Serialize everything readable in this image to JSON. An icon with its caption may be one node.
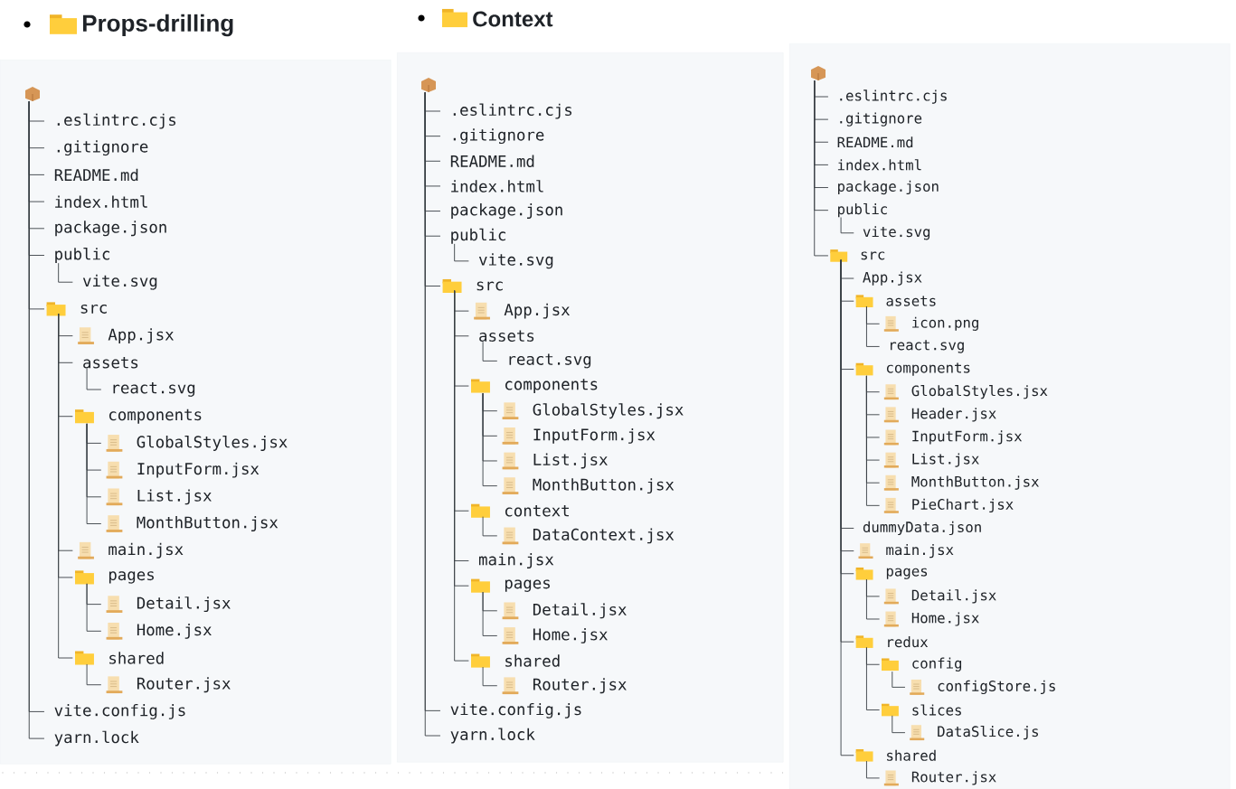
{
  "diagram": {
    "nodes": [
      {
        "text": [
          "Props-drilling"
        ]
      },
      {
        "text": [],
        "shape": "box",
        "in": 0
      },
      {
        "text": [
          ".eslintrc.cjs"
        ],
        "in": 0
      },
      {
        "text": [
          ".gitignore"
        ],
        "in": 0
      },
      {
        "text": [
          "README.md"
        ],
        "in": 0
      },
      {
        "text": [
          "index.html"
        ],
        "in": 0
      },
      {
        "text": [
          "package.json"
        ],
        "in": 0
      },
      {
        "text": [
          "public"
        ],
        "in": 0
      },
      {
        "text": [
          "vite.svg"
        ],
        "in": 0
      },
      {
        "text": [
          "src"
        ],
        "in": 0
      },
      {
        "text": [
          "App.jsx"
        ],
        "in": 0
      },
      {
        "text": [
          "assets"
        ],
        "in": 0
      },
      {
        "text": [
          "react.svg"
        ],
        "in": 0
      },
      {
        "text": [
          "components"
        ],
        "in": 0
      },
      {
        "text": [
          "GlobalStyles.jsx"
        ],
        "in": 0
      },
      {
        "text": [
          "InputForm.jsx"
        ],
        "in": 0
      },
      {
        "text": [
          "List.jsx"
        ],
        "in": 0
      },
      {
        "text": [
          "MonthButton.jsx"
        ],
        "in": 0
      },
      {
        "text": [
          "main.jsx"
        ],
        "in": 0
      },
      {
        "text": [
          "pages"
        ],
        "in": 0
      },
      {
        "text": [
          "Detail.jsx"
        ],
        "in": 0
      },
      {
        "text": [
          "Home.jsx"
        ],
        "in": 0
      },
      {
        "text": [
          "shared"
        ],
        "in": 0
      },
      {
        "text": [
          "Router.jsx"
        ],
        "in": 0
      },
      {
        "text": [
          "vite.config.js"
        ],
        "in": 0
      },
      {
        "text": [
          "yarn.lock"
        ],
        "in": 0
      },
      {
        "text": [
          "Context"
        ]
      },
      {
        "text": [],
        "shape": "box",
        "in": 26
      },
      {
        "text": [
          ".eslintrc.cjs"
        ],
        "in": 26
      },
      {
        "text": [
          ".gitignore"
        ],
        "in": 26
      },
      {
        "text": [
          "README.md"
        ],
        "in": 26
      },
      {
        "text": [
          "index.html"
        ],
        "in": 26
      },
      {
        "text": [
          "package.json"
        ],
        "in": 26
      },
      {
        "text": [
          "public"
        ],
        "in": 26
      },
      {
        "text": [
          "vite.svg"
        ],
        "in": 26
      },
      {
        "text": [
          "src"
        ],
        "in": 26
      },
      {
        "text": [
          "App.jsx"
        ],
        "in": 26
      },
      {
        "text": [
          "assets"
        ],
        "in": 26
      },
      {
        "text": [
          "react.svg"
        ],
        "in": 26
      },
      {
        "text": [
          "components"
        ],
        "in": 26
      },
      {
        "text": [
          "GlobalStyles.jsx"
        ],
        "in": 26
      },
      {
        "text": [
          "InputForm.jsx"
        ],
        "in": 26
      },
      {
        "text": [
          "List.jsx"
        ],
        "in": 26
      },
      {
        "text": [
          "MonthButton.jsx"
        ],
        "in": 26
      },
      {
        "text": [
          "context"
        ],
        "in": 26
      },
      {
        "text": [
          "DataContext.jsx"
        ],
        "in": 26
      },
      {
        "text": [
          "main.jsx"
        ],
        "in": 26
      },
      {
        "text": [
          "pages"
        ],
        "in": 26
      },
      {
        "text": [
          "Detail.jsx"
        ],
        "in": 26
      },
      {
        "text": [
          "Home.jsx"
        ],
        "in": 26
      },
      {
        "text": [
          "shared"
        ],
        "in": 26
      },
      {
        "text": [
          "Router.jsx"
        ],
        "in": 26
      },
      {
        "text": [
          "vite.config.js"
        ],
        "in": 26
      },
      {
        "text": [
          "yarn.lock"
        ],
        "in": 26
      },
      {
        "text": [],
        "shape": "box"
      },
      {
        "text": [],
        "shape": "box",
        "in": 54
      },
      {
        "text": [
          ".eslintrc.cjs"
        ],
        "in": 54
      },
      {
        "text": [
          ".gitignore"
        ],
        "in": 54
      },
      {
        "text": [
          "README.md"
        ],
        "in": 54
      },
      {
        "text": [
          "index.html"
        ],
        "in": 54
      },
      {
        "text": [
          "package.json"
        ],
        "in": 54
      },
      {
        "text": [
          "public"
        ],
        "in": 54
      },
      {
        "text": [
          "vite.svg"
        ],
        "in": 54
      },
      {
        "text": [
          "src"
        ],
        "in": 54
      },
      {
        "text": [
          "App.jsx"
        ],
        "in": 54
      },
      {
        "text": [
          "assets"
        ],
        "in": 54
      },
      {
        "text": [
          "icon.png"
        ],
        "in": 54
      },
      {
        "text": [
          "react.svg"
        ],
        "in": 54
      },
      {
        "text": [
          "components"
        ],
        "in": 54
      },
      {
        "text": [
          "GlobalStyles.jsx"
        ],
        "in": 54
      },
      {
        "text": [
          "Header.jsx"
        ],
        "in": 54
      },
      {
        "text": [
          "InputForm.jsx"
        ],
        "in": 54
      },
      {
        "text": [
          "List.jsx"
        ],
        "in": 54
      },
      {
        "text": [
          "MonthButton.jsx"
        ],
        "in": 54
      },
      {
        "text": [
          "PieChart.jsx"
        ],
        "in": 54
      },
      {
        "text": [
          "dummyData.json"
        ],
        "in": 54
      },
      {
        "text": [
          "main.jsx"
        ],
        "in": 54
      },
      {
        "text": [
          "pages"
        ],
        "in": 54
      },
      {
        "text": [
          "Detail.jsx"
        ],
        "in": 54
      },
      {
        "text": [
          "Home.jsx"
        ],
        "in": 54
      },
      {
        "text": [
          "redux"
        ],
        "in": 54
      },
      {
        "text": [
          "config"
        ],
        "in": 54
      },
      {
        "text": [
          "configStore.js"
        ],
        "in": 54
      },
      {
        "text": [
          "slices"
        ],
        "in": 54
      },
      {
        "text": [
          "DataSlice.js"
        ],
        "in": 54
      },
      {
        "text": [
          "shared"
        ],
        "in": 54
      },
      {
        "text": [
          "Router.jsx"
        ],
        "in": 54
      }
    ],
    "edges": [
      {
        "from": 1,
        "to": 2,
        "arrow": "none"
      },
      {
        "from": 1,
        "to": 3,
        "arrow": "none"
      },
      {
        "from": 1,
        "to": 4,
        "arrow": "none"
      },
      {
        "from": 1,
        "to": 5,
        "arrow": "none"
      },
      {
        "from": 1,
        "to": 6,
        "arrow": "none"
      },
      {
        "from": 1,
        "to": 7,
        "arrow": "none"
      },
      {
        "from": 7,
        "to": 8,
        "arrow": "none"
      },
      {
        "from": 1,
        "to": 9,
        "arrow": "none"
      },
      {
        "from": 9,
        "to": 10,
        "arrow": "none"
      },
      {
        "from": 9,
        "to": 11,
        "arrow": "none"
      },
      {
        "from": 11,
        "to": 12,
        "arrow": "none"
      },
      {
        "from": 9,
        "to": 13,
        "arrow": "none"
      },
      {
        "from": 13,
        "to": 14,
        "arrow": "none"
      },
      {
        "from": 13,
        "to": 15,
        "arrow": "none"
      },
      {
        "from": 13,
        "to": 16,
        "arrow": "none"
      },
      {
        "from": 13,
        "to": 17,
        "arrow": "none"
      },
      {
        "from": 9,
        "to": 18,
        "arrow": "none"
      },
      {
        "from": 9,
        "to": 19,
        "arrow": "none"
      },
      {
        "from": 19,
        "to": 20,
        "arrow": "none"
      },
      {
        "from": 19,
        "to": 21,
        "arrow": "none"
      },
      {
        "from": 9,
        "to": 22,
        "arrow": "none"
      },
      {
        "from": 22,
        "to": 23,
        "arrow": "none"
      },
      {
        "from": 1,
        "to": 24,
        "arrow": "none"
      },
      {
        "from": 1,
        "to": 25,
        "arrow": "none"
      },
      {
        "from": 27,
        "to": 28,
        "arrow": "none"
      },
      {
        "from": 27,
        "to": 29,
        "arrow": "none"
      },
      {
        "from": 27,
        "to": 30,
        "arrow": "none"
      },
      {
        "from": 27,
        "to": 31,
        "arrow": "none"
      },
      {
        "from": 27,
        "to": 32,
        "arrow": "none"
      },
      {
        "from": 27,
        "to": 33,
        "arrow": "none"
      },
      {
        "from": 33,
        "to": 34,
        "arrow": "none"
      },
      {
        "from": 27,
        "to": 35,
        "arrow": "none"
      },
      {
        "from": 35,
        "to": 36,
        "arrow": "none"
      },
      {
        "from": 35,
        "to": 37,
        "arrow": "none"
      },
      {
        "from": 37,
        "to": 38,
        "arrow": "none"
      },
      {
        "from": 35,
        "to": 39,
        "arrow": "none"
      },
      {
        "from": 39,
        "to": 40,
        "arrow": "none"
      },
      {
        "from": 39,
        "to": 41,
        "arrow": "none"
      },
      {
        "from": 39,
        "to": 42,
        "arrow": "none"
      },
      {
        "from": 39,
        "to": 43,
        "arrow": "none"
      },
      {
        "from": 35,
        "to": 44,
        "arrow": "none"
      },
      {
        "from": 44,
        "to": 45,
        "arrow": "none"
      },
      {
        "from": 35,
        "to": 46,
        "arrow": "none"
      },
      {
        "from": 35,
        "to": 47,
        "arrow": "none"
      },
      {
        "from": 47,
        "to": 48,
        "arrow": "none"
      },
      {
        "from": 47,
        "to": 49,
        "arrow": "none"
      },
      {
        "from": 35,
        "to": 50,
        "arrow": "none"
      },
      {
        "from": 50,
        "to": 51,
        "arrow": "none"
      },
      {
        "from": 27,
        "to": 52,
        "arrow": "none"
      },
      {
        "from": 27,
        "to": 53,
        "arrow": "none"
      },
      {
        "from": 55,
        "to": 56,
        "arrow": "none"
      },
      {
        "from": 55,
        "to": 57,
        "arrow": "none"
      },
      {
        "from": 55,
        "to": 58,
        "arrow": "none"
      },
      {
        "from": 55,
        "to": 59,
        "arrow": "none"
      },
      {
        "from": 55,
        "to": 60,
        "arrow": "none"
      },
      {
        "from": 55,
        "to": 61,
        "arrow": "none"
      },
      {
        "from": 61,
        "to": 62,
        "arrow": "none"
      },
      {
        "from": 55,
        "to": 63,
        "arrow": "none"
      },
      {
        "from": 63,
        "to": 64,
        "arrow": "none"
      },
      {
        "from": 63,
        "to": 65,
        "arrow": "none"
      },
      {
        "from": 65,
        "to": 66,
        "arrow": "none"
      },
      {
        "from": 65,
        "to": 67,
        "arrow": "none"
      },
      {
        "from": 63,
        "to": 68,
        "arrow": "none"
      },
      {
        "from": 68,
        "to": 69,
        "arrow": "none"
      },
      {
        "from": 68,
        "to": 70,
        "arrow": "none"
      },
      {
        "from": 68,
        "to": 71,
        "arrow": "none"
      },
      {
        "from": 68,
        "to": 72,
        "arrow": "none"
      },
      {
        "from": 68,
        "to": 73,
        "arrow": "none"
      },
      {
        "from": 68,
        "to": 74,
        "arrow": "none"
      },
      {
        "from": 63,
        "to": 75,
        "arrow": "none"
      },
      {
        "from": 63,
        "to": 76,
        "arrow": "none"
      },
      {
        "from": 63,
        "to": 77,
        "arrow": "none"
      },
      {
        "from": 77,
        "to": 78,
        "arrow": "none"
      },
      {
        "from": 77,
        "to": 79,
        "arrow": "none"
      },
      {
        "from": 63,
        "to": 80,
        "arrow": "none"
      },
      {
        "from": 80,
        "to": 81,
        "arrow": "none"
      },
      {
        "from": 81,
        "to": 82,
        "arrow": "none"
      },
      {
        "from": 80,
        "to": 83,
        "arrow": "none"
      },
      {
        "from": 83,
        "to": 84,
        "arrow": "none"
      },
      {
        "from": 63,
        "to": 85,
        "arrow": "none"
      },
      {
        "from": 85,
        "to": 86,
        "arrow": "none"
      }
    ]
  }
}
